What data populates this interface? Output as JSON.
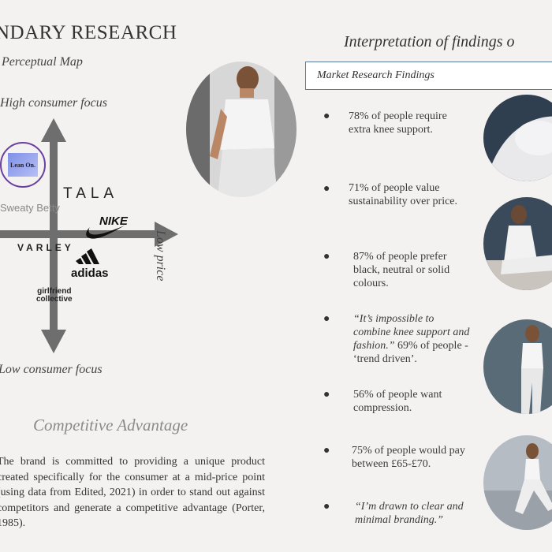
{
  "left": {
    "title": "NDARY RESEARCH",
    "subtitle": "Perceptual Map",
    "axis_top": "High consumer focus",
    "axis_bottom": "Low consumer focus",
    "axis_right": "Low price",
    "brands": {
      "lean_on": "Lean On.",
      "tala": "TALA",
      "sweaty_betty": "Sweaty Betty",
      "nike": "NIKE",
      "varley": "VARLEY",
      "adidas": "adidas",
      "girlfriend_line1": "girlfriend",
      "girlfriend_line2": "collective"
    },
    "competitive_heading": "Competitive Advantage",
    "competitive_text": "The brand is committed to providing a unique product created specifically for the consumer at a mid-price point (using data from Edited, 2021) in order to stand out against competitors and generate a competitive advantage (Porter, 1985)."
  },
  "right": {
    "heading": "Interpretation of findings o",
    "box_label": "Market Research Findings",
    "bullet_char": "●",
    "findings": [
      {
        "text": "78% of people require extra knee support."
      },
      {
        "text": "71% of people value sustainability over price."
      },
      {
        "text": "87% of people prefer black, neutral or solid colours."
      },
      {
        "quote": "“It’s impossible to combine knee support and fashion.”",
        "text": " 69% of people - ‘trend driven’."
      },
      {
        "text": "56% of people want compression."
      },
      {
        "text": "75% of people would pay between £65-£70."
      },
      {
        "quote": "“I’m drawn to clear and minimal branding.”",
        "text": ""
      }
    ]
  },
  "colors": {
    "arrow": "#6e6e6e",
    "lean_ring": "#6b3fa0",
    "box_border": "#5a7a9e"
  }
}
